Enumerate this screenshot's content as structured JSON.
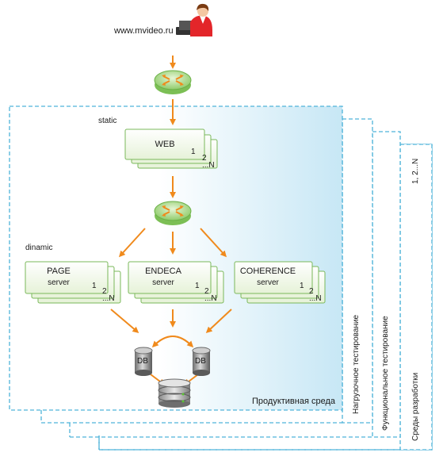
{
  "header": {
    "url_label": "www.mvideo.ru"
  },
  "environments": {
    "production": "Продуктивная среда",
    "load_testing": "Нагрузочное тестирование",
    "functional_testing": "Функциональное тестирование",
    "development": "Среды разработки",
    "dev_count": "1, 2...N"
  },
  "tiers": {
    "static_label": "static",
    "dynamic_label": "dinamic"
  },
  "web": {
    "title": "WEB",
    "idx1": "1",
    "idx2": "2",
    "idxN": "...N"
  },
  "servers": [
    {
      "title": "PAGE",
      "subtitle": "server",
      "idx1": "1",
      "idx2": "2",
      "idxN": "...N"
    },
    {
      "title": "ENDECA",
      "subtitle": "server",
      "idx1": "1",
      "idx2": "2",
      "idxN": "...N"
    },
    {
      "title": "COHERENCE",
      "subtitle": "server",
      "idx1": "1",
      "idx2": "2",
      "idxN": "...N"
    }
  ],
  "databases": [
    {
      "label": "DB"
    },
    {
      "label": "DB"
    }
  ],
  "icons": {
    "user": "user-icon",
    "router": "router-icon",
    "database": "database-icon",
    "storage": "storage-icon"
  },
  "colors": {
    "frame_border": "#4fb3d9",
    "frame_fill_start": "#ffffff",
    "frame_fill_end": "#c9e8f5",
    "box_fill": "#f1f8e8",
    "box_border": "#7ab85a",
    "arrow": "#f08a1c",
    "router": "#9cd37a"
  }
}
